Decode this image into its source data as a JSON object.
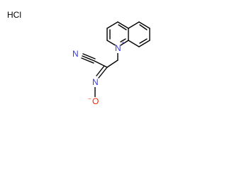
{
  "molecule": {
    "salt_label": "HCl",
    "atoms": {
      "ring_nitrogen": "N",
      "ring_nitrogen_charge": "+",
      "nitrile_nitrogen": "N",
      "oxime_nitrogen": "N",
      "oxide_oxygen": "O",
      "oxide_charge": "−"
    }
  },
  "colors": {
    "bond": "#000000",
    "carbon_text": "#000000",
    "nitrogen": "#3333ff",
    "oxygen": "#ff2200"
  }
}
